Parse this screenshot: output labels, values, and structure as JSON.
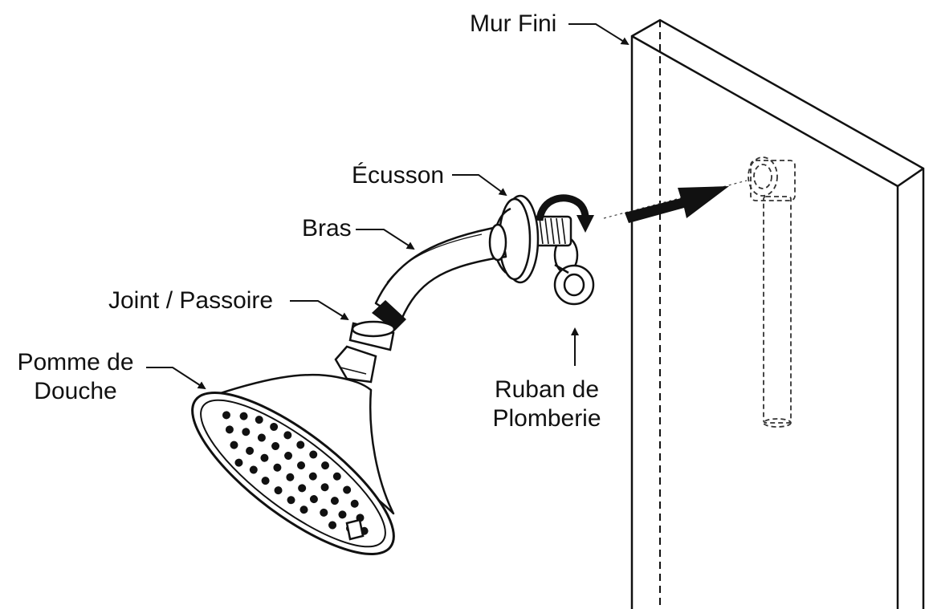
{
  "labels": {
    "finished_wall": "Mur Fini",
    "escutcheon": "Écusson",
    "arm": "Bras",
    "washer_strainer": "Joint / Passoire",
    "shower_head_line1": "Pomme de",
    "shower_head_line2": "Douche",
    "plumbing_tape_line1": "Ruban de",
    "plumbing_tape_line2": "Plomberie"
  },
  "colors": {
    "ink": "#111111",
    "paper": "#ffffff"
  },
  "icons": {
    "rotation": "clockwise-rotation-arrow-icon",
    "insertion": "insertion-arrow-icon"
  }
}
